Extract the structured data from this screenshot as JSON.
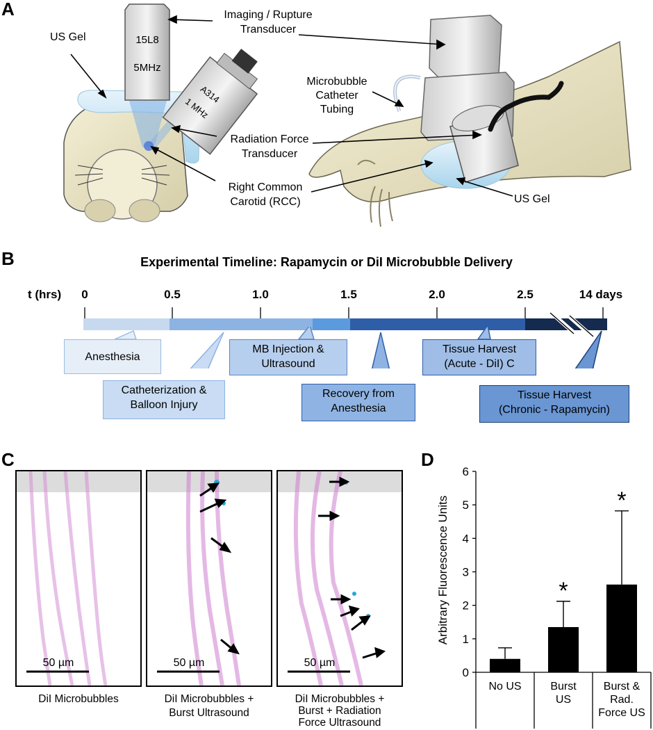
{
  "panel_a": {
    "letter": "A",
    "transducer_imaging_model": "15L8",
    "transducer_imaging_freq": "5MHz",
    "transducer_rf_model": "A314",
    "transducer_rf_freq": "1 MHz",
    "label_us_gel_left": "US Gel",
    "label_imaging": [
      "Imaging / Rupture",
      "Transducer"
    ],
    "label_catheter": [
      "Microbubble",
      "Catheter",
      "Tubing"
    ],
    "label_radiation": [
      "Radiation Force",
      "Transducer"
    ],
    "label_rcc": [
      "Right Common",
      "Carotid (RCC)"
    ],
    "label_us_gel_right": "US Gel"
  },
  "panel_b": {
    "letter": "B",
    "title": "Experimental Timeline: Rapamycin or DiI Microbubble Delivery",
    "axis_label": "t (hrs)",
    "ticks": [
      "0",
      "0.5",
      "1.0",
      "1.5",
      "2.0",
      "2.5",
      "14 days"
    ],
    "callouts": {
      "anesthesia": [
        "Anesthesia"
      ],
      "catheterization": [
        "Catheterization &",
        "Balloon Injury"
      ],
      "mb_injection": [
        "MB Injection &",
        "Ultrasound"
      ],
      "recovery": [
        "Recovery from",
        "Anesthesia"
      ],
      "harvest_acute": [
        "Tissue Harvest",
        "(Acute - DiI) C"
      ],
      "harvest_chronic": [
        "Tissue Harvest",
        "(Chronic - Rapamycin)"
      ]
    }
  },
  "panel_c": {
    "letter": "C",
    "scale_bar_label": "50 µm",
    "captions": [
      [
        "DiI Microbubbles"
      ],
      [
        "DiI Microbubbles +",
        "Burst Ultrasound"
      ],
      [
        "DiI Microbubbles +",
        "Burst + Radiation",
        "Force Ultrasound"
      ]
    ]
  },
  "panel_d": {
    "letter": "D"
  },
  "chart_data": {
    "type": "bar",
    "ylabel": "Arbitrary Fluorescence Units",
    "ylim": [
      0,
      6
    ],
    "yticks": [
      "0",
      "1",
      "2",
      "3",
      "4",
      "5",
      "6"
    ],
    "categories": [
      [
        "No US"
      ],
      [
        "Burst",
        "US"
      ],
      [
        "Burst &",
        "Rad.",
        "Force US"
      ]
    ],
    "values": [
      0.4,
      1.35,
      2.62
    ],
    "errors_upper": [
      0.33,
      0.77,
      2.2
    ],
    "significance": [
      "",
      "*",
      "*"
    ],
    "bar_color": "#000000",
    "grid": false
  }
}
